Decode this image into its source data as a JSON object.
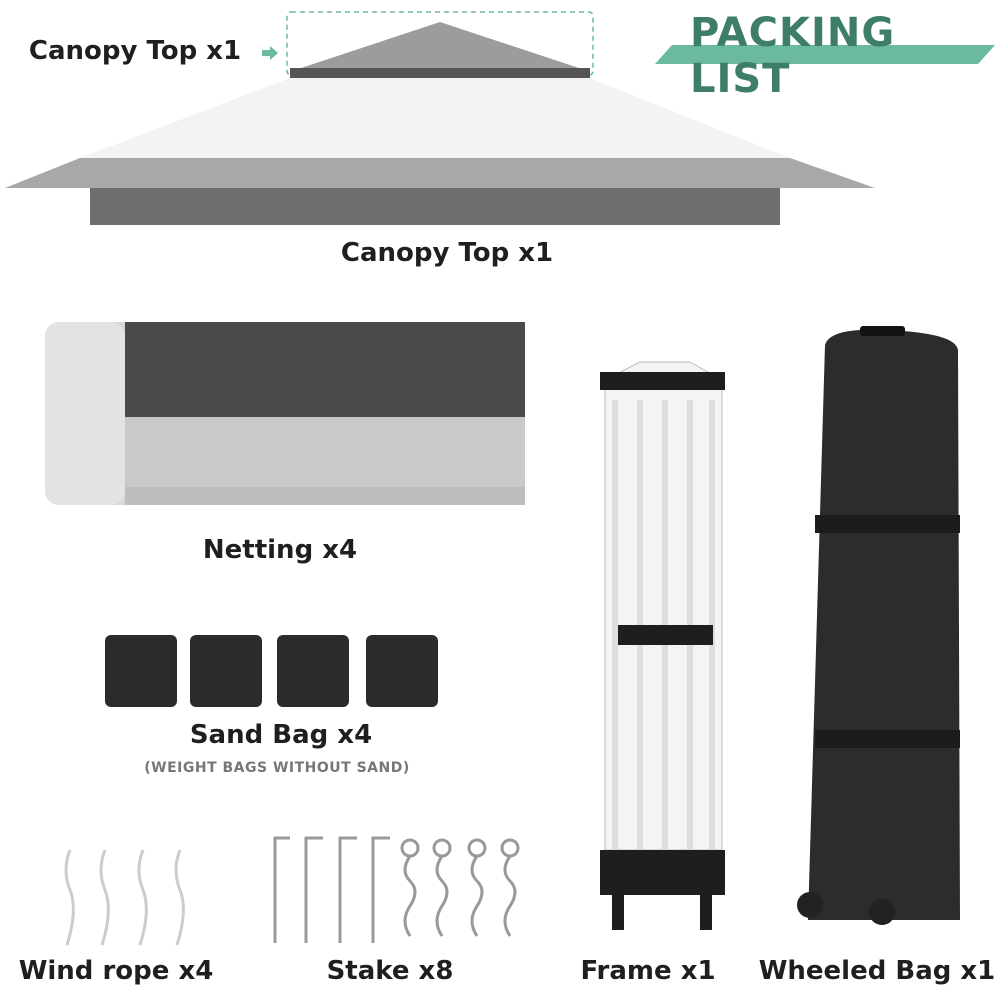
{
  "header": {
    "title": "PACKING LIST",
    "accent_color": "#6cb9a1",
    "text_color": "#3f7d6b"
  },
  "callout": {
    "label": "Canopy Top x1",
    "icon": "arrow-right-icon"
  },
  "items": [
    {
      "label": "Canopy Top x1"
    },
    {
      "label": "Netting x4"
    },
    {
      "label": "Sand Bag x4",
      "note": "(WEIGHT BAGS WITHOUT SAND)"
    },
    {
      "label": "Wind rope x4"
    },
    {
      "label": "Stake x8"
    },
    {
      "label": "Frame x1"
    },
    {
      "label": "Wheeled Bag x1"
    }
  ]
}
